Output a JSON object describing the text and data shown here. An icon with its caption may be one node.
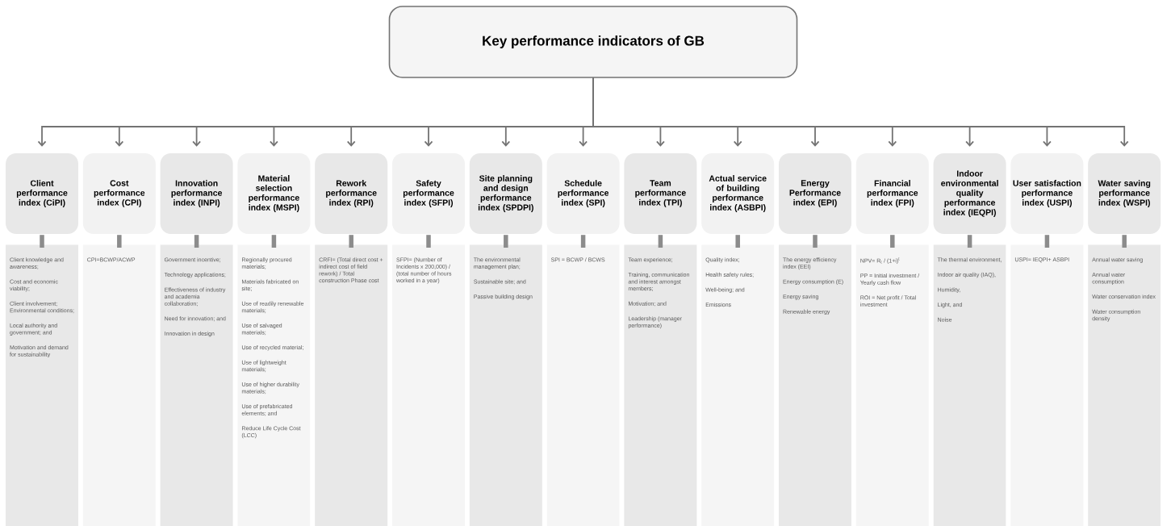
{
  "diagram": {
    "nodes": [
      {
        "text": [
          "Key performance indicators of GB"
        ]
      },
      {
        "text": [
          "Client performance index (CiPI)"
        ]
      },
      {
        "text": [
          "Cost performance index (CPI)"
        ]
      },
      {
        "text": [
          "Innovation performance index (INPI)"
        ]
      },
      {
        "text": [
          "Material selection performance index (MSPI)"
        ]
      },
      {
        "text": [
          "Rework performance index (RPI)"
        ]
      },
      {
        "text": [
          "Safety performance index (SFPI)"
        ]
      },
      {
        "text": [
          "Site planning and design performance index (SPDPI)"
        ]
      },
      {
        "text": [
          "Schedule performance index (SPI)"
        ]
      },
      {
        "text": [
          "Team performance index (TPI)"
        ]
      },
      {
        "text": [
          "Actual service of building performance index (ASBPI)"
        ]
      },
      {
        "text": [
          "Energy Performance index (EPI)"
        ]
      },
      {
        "text": [
          "Financial performance index (FPI)"
        ]
      },
      {
        "text": [
          "Indoor environmental quality performance index (IEQPI)"
        ]
      },
      {
        "text": [
          "User satisfaction performance index (USPI)"
        ]
      },
      {
        "text": [
          "Water saving performance index (WSPI)"
        ]
      },
      {
        "text": [
          "Client knowledge and awareness;",
          "Cost and economic viability;",
          "Client involvement; Environmental conditions;",
          "Local authority and government; and",
          "Motivation and demand for sustainability"
        ]
      },
      {
        "text": [
          "CPI=BCWP/ACWP"
        ]
      },
      {
        "text": [
          "Government incentive;",
          "Technology applications;",
          "Effectiveness of industry and academia collaboration;",
          "Need for innovation; and",
          "Innovation in design"
        ]
      },
      {
        "text": [
          "Regionally procured materials;",
          "Materials fabricated on site;",
          "Use of readily renewable materials;",
          "Use of salvaged materials;",
          "Use of recycled material;",
          "Use of lightweight materials;",
          "Use of higher durability materials;",
          "Use of prefabricated elements; and",
          "Reduce Life Cycle Cost (LCC)"
        ]
      },
      {
        "text": [
          "CRFI= (Total direct cost + indirect cost of field rework) / Total construction Phase cost"
        ]
      },
      {
        "text": [
          "SFPI= (Number of Incidents x 200,000) / (total number of hours worked in a year)"
        ]
      },
      {
        "text": [
          "The environmental management plan;",
          "Sustainable site; and",
          "Passive building design"
        ]
      },
      {
        "text": [
          "SPI = BCWP / BCWS"
        ]
      },
      {
        "text": [
          "Team experience;",
          "Training, communication and interest amongst members;",
          "Motivation; and",
          "Leadership (manager performance)"
        ]
      },
      {
        "text": [
          "Quality index;",
          "Health safety rules;",
          "Well-being; and",
          "Emissions"
        ]
      },
      {
        "text": [
          "The energy efficiency index (EEI)",
          "Energy consumption (E)",
          "Energy saving",
          "Renewable energy"
        ]
      },
      {
        "text": [
          "NPV= R$_{t}$ / (1+i)$^{t}$",
          "PP = Initial investment / Yearly cash flow",
          "ROI = Net profit / Total investment"
        ]
      },
      {
        "text": [
          "The thermal environment,",
          "Indoor air quality (IAQ),",
          "Humidity,",
          "Light, and",
          "Noise"
        ]
      },
      {
        "text": [
          "USPI= IEQPI+ ASBPI"
        ]
      },
      {
        "text": [
          "Annual water saving",
          "Annual water consumption",
          "Water conservation index",
          "Water consumption density"
        ]
      }
    ],
    "edges": [
      {
        "from": 0,
        "to": 1,
        "arrow": "to"
      },
      {
        "from": 0,
        "to": 2,
        "arrow": "to"
      },
      {
        "from": 0,
        "to": 3,
        "arrow": "to"
      },
      {
        "from": 0,
        "to": 4,
        "arrow": "to"
      },
      {
        "from": 0,
        "to": 5,
        "arrow": "to"
      },
      {
        "from": 0,
        "to": 6,
        "arrow": "to"
      },
      {
        "from": 0,
        "to": 7,
        "arrow": "to"
      },
      {
        "from": 0,
        "to": 8,
        "arrow": "to"
      },
      {
        "from": 0,
        "to": 9,
        "arrow": "to"
      },
      {
        "from": 0,
        "to": 10,
        "arrow": "to"
      },
      {
        "from": 0,
        "to": 11,
        "arrow": "to"
      },
      {
        "from": 0,
        "to": 12,
        "arrow": "to"
      },
      {
        "from": 0,
        "to": 13,
        "arrow": "to"
      },
      {
        "from": 0,
        "to": 14,
        "arrow": "to"
      },
      {
        "from": 0,
        "to": 15,
        "arrow": "to"
      },
      {
        "from": 1,
        "to": 16,
        "arrow": "none",
        "style": "thick"
      },
      {
        "from": 2,
        "to": 17,
        "arrow": "none",
        "style": "thick"
      },
      {
        "from": 3,
        "to": 18,
        "arrow": "none",
        "style": "thick"
      },
      {
        "from": 4,
        "to": 19,
        "arrow": "none",
        "style": "thick"
      },
      {
        "from": 5,
        "to": 20,
        "arrow": "none",
        "style": "thick"
      },
      {
        "from": 6,
        "to": 21,
        "arrow": "none",
        "style": "thick"
      },
      {
        "from": 7,
        "to": 22,
        "arrow": "none",
        "style": "thick"
      },
      {
        "from": 8,
        "to": 23,
        "arrow": "none",
        "style": "thick"
      },
      {
        "from": 9,
        "to": 24,
        "arrow": "none",
        "style": "thick"
      },
      {
        "from": 10,
        "to": 25,
        "arrow": "none",
        "style": "thick"
      },
      {
        "from": 11,
        "to": 26,
        "arrow": "none",
        "style": "thick"
      },
      {
        "from": 12,
        "to": 27,
        "arrow": "none",
        "style": "thick"
      },
      {
        "from": 13,
        "to": 28,
        "arrow": "none",
        "style": "thick"
      },
      {
        "from": 14,
        "to": 29,
        "arrow": "none",
        "style": "thick"
      },
      {
        "from": 15,
        "to": 30,
        "arrow": "none",
        "style": "thick"
      }
    ]
  }
}
